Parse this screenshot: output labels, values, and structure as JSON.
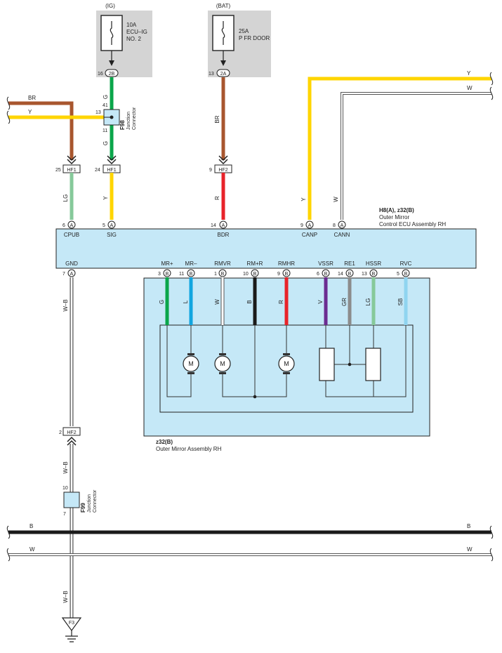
{
  "fuses": {
    "ig": {
      "source": "(IG)",
      "rating": "10A",
      "name1": "ECU–IG",
      "name2": "NO. 2",
      "pin": "16",
      "connector": "2B"
    },
    "bat": {
      "source": "(BAT)",
      "rating": "25A",
      "name1": "P FR DOOR",
      "pin": "13",
      "connector": "2A"
    }
  },
  "wires": {
    "br": "BR",
    "y": "Y",
    "g": "G",
    "w": "W",
    "lg": "LG",
    "r": "R",
    "wb": "W–B",
    "b": "B",
    "l": "L",
    "v": "V",
    "gr": "GR",
    "sb": "SB"
  },
  "junction_f98": {
    "id": "F98",
    "label1": "Junction",
    "label2": "Connector",
    "pin_top": "41",
    "pin_left": "13",
    "pin_bottom": "11"
  },
  "junction_f99": {
    "id": "F99",
    "label1": "Junction",
    "label2": "Connector",
    "pin_top": "10",
    "pin_bottom": "7"
  },
  "inline_connectors": {
    "hf1_a": {
      "pin": "25",
      "name": "HF1"
    },
    "hf1_b": {
      "pin": "24",
      "name": "HF1"
    },
    "hf2_a": {
      "pin": "9",
      "name": "HF2"
    },
    "hf2_b": {
      "pin": "2",
      "name": "HF2"
    }
  },
  "ecu": {
    "ref": "H8(A), z32(B)",
    "name1": "Outer Mirror",
    "name2": "Control ECU Assembly RH",
    "top_pins": [
      {
        "num": "6",
        "conn": "A",
        "label": "CPUB"
      },
      {
        "num": "5",
        "conn": "A",
        "label": "SIG"
      },
      {
        "num": "14",
        "conn": "A",
        "label": "BDR"
      },
      {
        "num": "9",
        "conn": "A",
        "label": "CANP"
      },
      {
        "num": "8",
        "conn": "A",
        "label": "CANN"
      }
    ],
    "gnd_pin": {
      "num": "7",
      "conn": "A",
      "label": "GND"
    },
    "bottom_pins": [
      {
        "num": "3",
        "conn": "B",
        "label": "MR+"
      },
      {
        "num": "11",
        "conn": "B",
        "label": "MR–"
      },
      {
        "num": "1",
        "conn": "B",
        "label": "RMVR"
      },
      {
        "num": "10",
        "conn": "B",
        "label": "RM+R"
      },
      {
        "num": "9",
        "conn": "B",
        "label": "RMHR"
      },
      {
        "num": "6",
        "conn": "B",
        "label": "VSSR"
      },
      {
        "num": "14",
        "conn": "B",
        "label": "RE1"
      },
      {
        "num": "13",
        "conn": "B",
        "label": "HSSR"
      },
      {
        "num": "5",
        "conn": "B",
        "label": "RVC"
      }
    ]
  },
  "mirror": {
    "ref": "z32(B)",
    "name": "Outer Mirror Assembly RH",
    "motor_symbol": "M"
  },
  "ground": {
    "id": "F3"
  },
  "colors": {
    "brown": "#a8562e",
    "yellow": "#ffd500",
    "green": "#0aa64a",
    "light_green": "#86c99a",
    "red": "#e8232a",
    "black": "#1a1a1a",
    "blue": "#12a6e0",
    "purple": "#6b2c91",
    "gray": "#8c8c8c",
    "sky_blue": "#8fd4f0",
    "light_blue_fill": "#c5e8f7",
    "fuse_gray": "#d4d4d4"
  }
}
